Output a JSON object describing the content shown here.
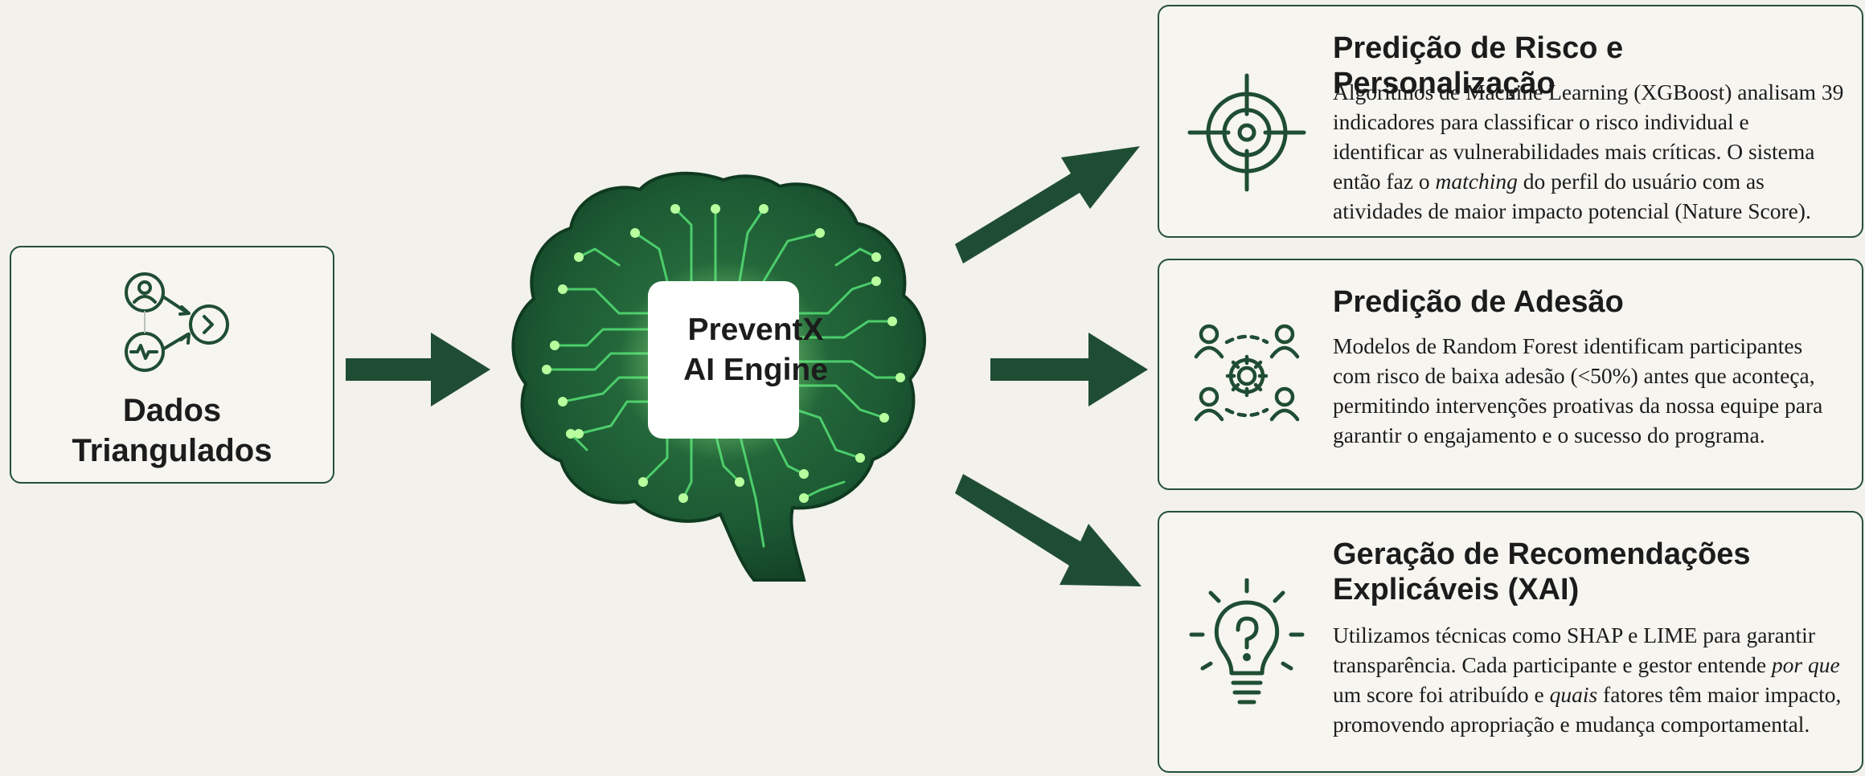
{
  "input": {
    "title_line1": "Dados",
    "title_line2": "Triangulados",
    "icons": [
      "user-circle-icon",
      "heartbeat-circle-icon",
      "chevron-circle-icon"
    ]
  },
  "engine": {
    "line1": "PreventX",
    "line2": "AI Engine",
    "icon": "circuit-brain-icon"
  },
  "outputs": {
    "risk": {
      "title": "Predição de Risco e Personalização",
      "desc_a": "Algoritmos de Machine Learning (XGBoost) analisam 39 indicadores para classificar o risco individual e identificar as vulnerabilidades mais críticas. O sistema então faz o ",
      "desc_em": "matching",
      "desc_b": " do perfil do usuário com as atividades de maior impacto potencial (Nature Score).",
      "icon": "target-icon"
    },
    "adhesion": {
      "title": "Predição de Adesão",
      "desc": "Modelos de Random Forest identificam participantes com risco de baixa adesão (<50%) antes que aconteça, permitindo intervenções proativas da nossa equipe para garantir o engajamento e o sucesso do programa.",
      "icon": "team-gear-icon"
    },
    "xai": {
      "title_line1": "Geração de Recomendações",
      "title_line2": "Explicáveis (XAI)",
      "desc_a": "Utilizamos técnicas como SHAP e LIME para garantir transparência. Cada participante e gestor entende ",
      "desc_em1": "por que",
      "desc_b": " um score foi atribuído e ",
      "desc_em2": "quais",
      "desc_c": " fatores têm maior impacto, promovendo apropriação e mudança comportamental.",
      "icon": "lightbulb-question-icon"
    }
  },
  "colors": {
    "primary": "#1f4d33",
    "circuit": "#3fbf5f",
    "glow": "#9dff8a",
    "background": "#f2f1ec"
  }
}
